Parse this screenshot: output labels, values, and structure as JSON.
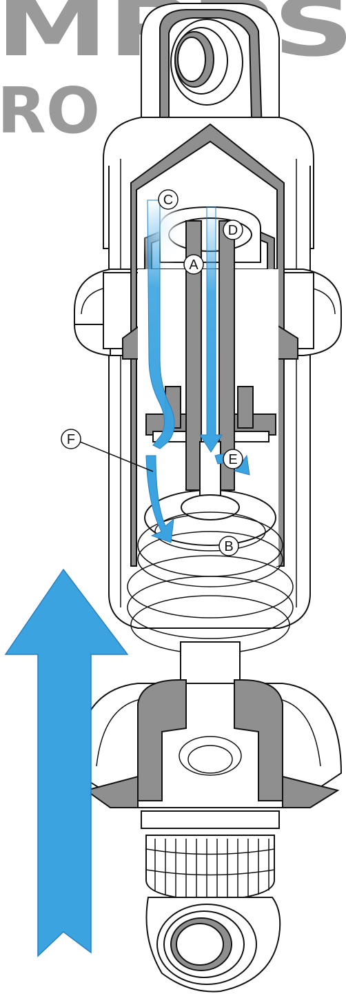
{
  "background_text": {
    "line1": "MPPS",
    "line2": "RO",
    "color": "#9a9a9a"
  },
  "colors": {
    "flow_arrow": "#3aa3e0",
    "section_fill": "#8f8f8f",
    "outline": "#111111"
  },
  "callouts": {
    "a": "A",
    "b": "B",
    "c": "C",
    "d": "D",
    "e": "E",
    "f": "F"
  },
  "icons": {
    "compression_arrow": "large-up-arrow-icon",
    "oil_flow": "curved-flow-arrow-icon"
  }
}
